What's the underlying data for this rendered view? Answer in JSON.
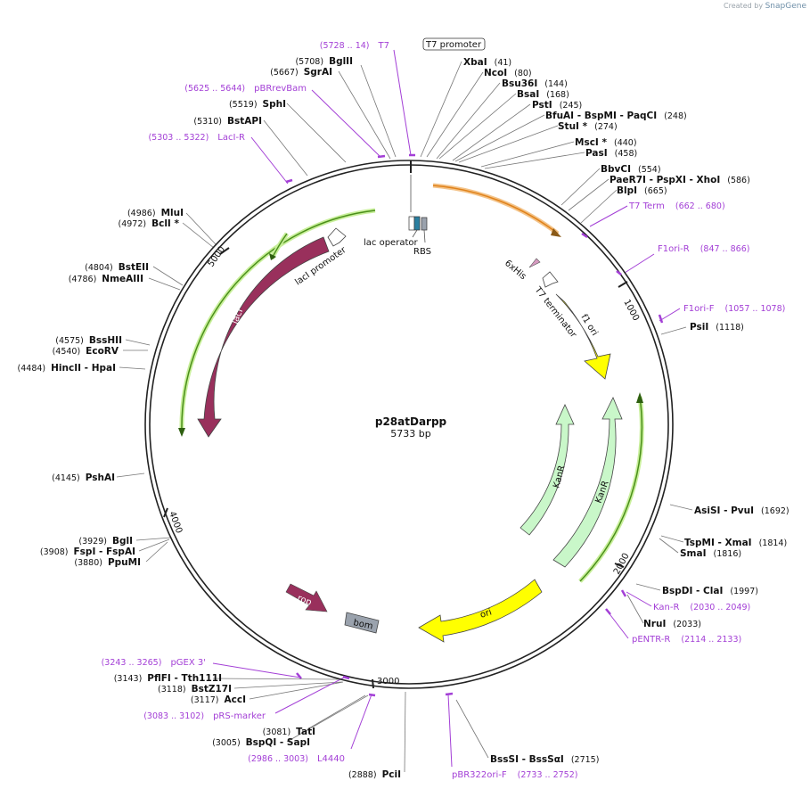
{
  "credit": {
    "prefix": "Created by",
    "brand": "SnapGene"
  },
  "plasmid": {
    "name": "p28atDarpp",
    "size": "5733 bp"
  },
  "ticks": [
    "1000",
    "2000",
    "3000",
    "4000",
    "5000"
  ],
  "sites": [
    {
      "pos": "(5708)",
      "name": "BglII"
    },
    {
      "pos": "(5667)",
      "name": "SgrAI"
    },
    {
      "pos": "(5519)",
      "name": "SphI"
    },
    {
      "pos": "(5310)",
      "name": "BstAPI"
    },
    {
      "pos": "(41)",
      "name": "XbaI"
    },
    {
      "pos": "(80)",
      "name": "NcoI"
    },
    {
      "pos": "(144)",
      "name": "Bsu36I"
    },
    {
      "pos": "(168)",
      "name": "BsaI"
    },
    {
      "pos": "(245)",
      "name": "PstI"
    },
    {
      "pos": "(248)",
      "name": "BfuAI - BspMI - PaqCI"
    },
    {
      "pos": "(274)",
      "name": "StuI *"
    },
    {
      "pos": "(440)",
      "name": "MscI *"
    },
    {
      "pos": "(458)",
      "name": "PasI"
    },
    {
      "pos": "(554)",
      "name": "BbvCI"
    },
    {
      "pos": "(586)",
      "name": "PaeR7I - PspXI - XhoI"
    },
    {
      "pos": "(665)",
      "name": "BlpI"
    },
    {
      "pos": "(1118)",
      "name": "PsiI"
    },
    {
      "pos": "(1692)",
      "name": "AsiSI - PvuI"
    },
    {
      "pos": "(1814)",
      "name": "TspMI - XmaI"
    },
    {
      "pos": "(1816)",
      "name": "SmaI"
    },
    {
      "pos": "(1997)",
      "name": "BspDI - ClaI"
    },
    {
      "pos": "(2033)",
      "name": "NruI"
    },
    {
      "pos": "(2715)",
      "name": "BssSI - BssSαI"
    },
    {
      "pos": "(2888)",
      "name": "PciI"
    },
    {
      "pos": "(3081)",
      "name": "TatI"
    },
    {
      "pos": "(3005)",
      "name": "BspQI - SapI"
    },
    {
      "pos": "(3117)",
      "name": "AccI"
    },
    {
      "pos": "(3118)",
      "name": "BstZ17I"
    },
    {
      "pos": "(3143)",
      "name": "PflFI - Tth111I"
    },
    {
      "pos": "(3880)",
      "name": "PpuMI"
    },
    {
      "pos": "(3908)",
      "name": "FspI - FspAI"
    },
    {
      "pos": "(3929)",
      "name": "BglI"
    },
    {
      "pos": "(4145)",
      "name": "PshAI"
    },
    {
      "pos": "(4484)",
      "name": "HincII - HpaI"
    },
    {
      "pos": "(4540)",
      "name": "EcoRV"
    },
    {
      "pos": "(4575)",
      "name": "BssHII"
    },
    {
      "pos": "(4786)",
      "name": "NmeAIII"
    },
    {
      "pos": "(4804)",
      "name": "BstEII"
    },
    {
      "pos": "(4972)",
      "name": "BclI *"
    },
    {
      "pos": "(4986)",
      "name": "MluI"
    }
  ],
  "primers": [
    {
      "range": "(5728 .. 14)",
      "name": "T7"
    },
    {
      "range": "(5625 .. 5644)",
      "name": "pBRrevBam"
    },
    {
      "range": "(5303 .. 5322)",
      "name": "LacI-R"
    },
    {
      "range": "(662 .. 680)",
      "name": "T7 Term"
    },
    {
      "range": "(847 .. 866)",
      "name": "F1ori-R"
    },
    {
      "range": "(1057 .. 1078)",
      "name": "F1ori-F"
    },
    {
      "range": "(2030 .. 2049)",
      "name": "Kan-R"
    },
    {
      "range": "(2114 .. 2133)",
      "name": "pENTR-R"
    },
    {
      "range": "(2733 .. 2752)",
      "name": "pBR322ori-F"
    },
    {
      "range": "(2986 .. 3003)",
      "name": "L4440"
    },
    {
      "range": "(3083 .. 3102)",
      "name": "pRS-marker"
    },
    {
      "range": "(3243 .. 3265)",
      "name": "pGEX 3'"
    }
  ],
  "features": {
    "t7_promoter": "T7 promoter",
    "lac_operator": "lac operator",
    "rbs": "RBS",
    "his": "6xHis",
    "t7_terminator": "T7 terminator",
    "f1_ori": "f1 ori",
    "kanr_1": "KanR",
    "kanr_2": "KanR",
    "ori": "ori",
    "rop": "rop",
    "bom": "bom",
    "laci": "lacI",
    "laci_promoter": "lacI promoter"
  },
  "colors": {
    "backbone": "#222222",
    "primer": "#a33fd6",
    "f1_ori": "#ffff00",
    "ori": "#ffff00",
    "kanr": "#c9f7c9",
    "laci": "#99305c",
    "rop": "#99305c",
    "orf_green": "#4a8f1a",
    "orf_orange": "#e0821a",
    "bom": "#9aa2ad",
    "lac_operator": "#2a7fa0"
  }
}
